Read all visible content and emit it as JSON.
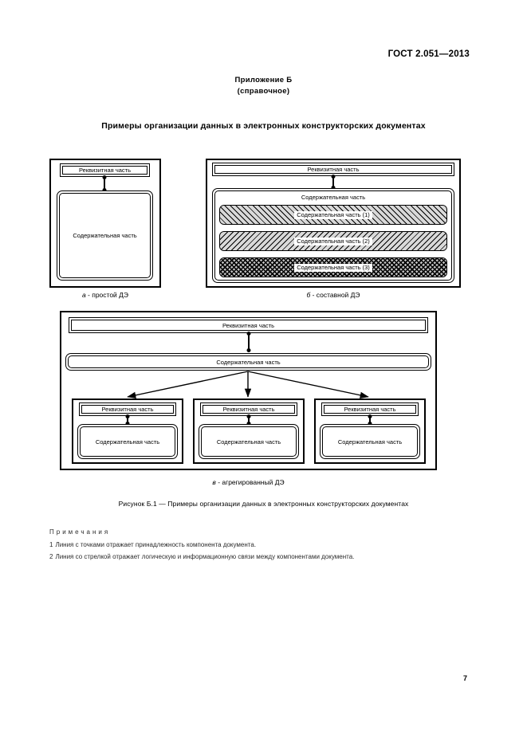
{
  "header": {
    "standard": "ГОСТ 2.051—2013"
  },
  "annex": {
    "line1": "Приложение Б",
    "line2": "(справочное)"
  },
  "title": "Примеры организации данных в электронных конструкторских документах",
  "labels": {
    "requisite": "Реквизитная часть",
    "content": "Содержательная часть",
    "content_1": "Содержательная часть (1)",
    "content_2": "Содержательная часть (2)",
    "content_3": "Содержательная часть (3)"
  },
  "diagram_a": {
    "caption_letter": "а",
    "caption_rest": " - простой ДЭ",
    "requisite": "Реквизитная часть",
    "content": "Содержательная часть"
  },
  "diagram_b": {
    "caption_letter": "б",
    "caption_rest": " - составной ДЭ",
    "requisite": "Реквизитная часть",
    "content": "Содержательная часть",
    "parts": [
      {
        "label": "Содержательная часть (1)",
        "hatch": "forward-diagonal"
      },
      {
        "label": "Содержательная часть (2)",
        "hatch": "backward-diagonal"
      },
      {
        "label": "Содержательная часть (3)",
        "hatch": "cross-hatch"
      }
    ]
  },
  "diagram_c": {
    "caption_letter": "в",
    "caption_rest": " - агрегированный ДЭ",
    "requisite": "Реквизитная часть",
    "content": "Содержательная часть",
    "children": [
      {
        "requisite": "Реквизитная часть",
        "content": "Содержательная часть"
      },
      {
        "requisite": "Реквизитная часть",
        "content": "Содержательная часть"
      },
      {
        "requisite": "Реквизитная часть",
        "content": "Содержательная часть"
      }
    ]
  },
  "figure_caption": "Рисунок  Б.1 — Примеры организации данных в электронных конструкторских документах",
  "notes": {
    "heading": "Примечания",
    "items": [
      {
        "num": "1",
        "text": "Линия с точками отражает принадлежность компонента документа."
      },
      {
        "num": "2",
        "text": "Линия со стрелкой отражает логическую и информационную связи между компонентами документа."
      }
    ]
  },
  "page_number": "7",
  "colors": {
    "ink": "#000000",
    "hatch_light": "#d9d9d9",
    "hatch_dark": "#bfbfbf"
  }
}
